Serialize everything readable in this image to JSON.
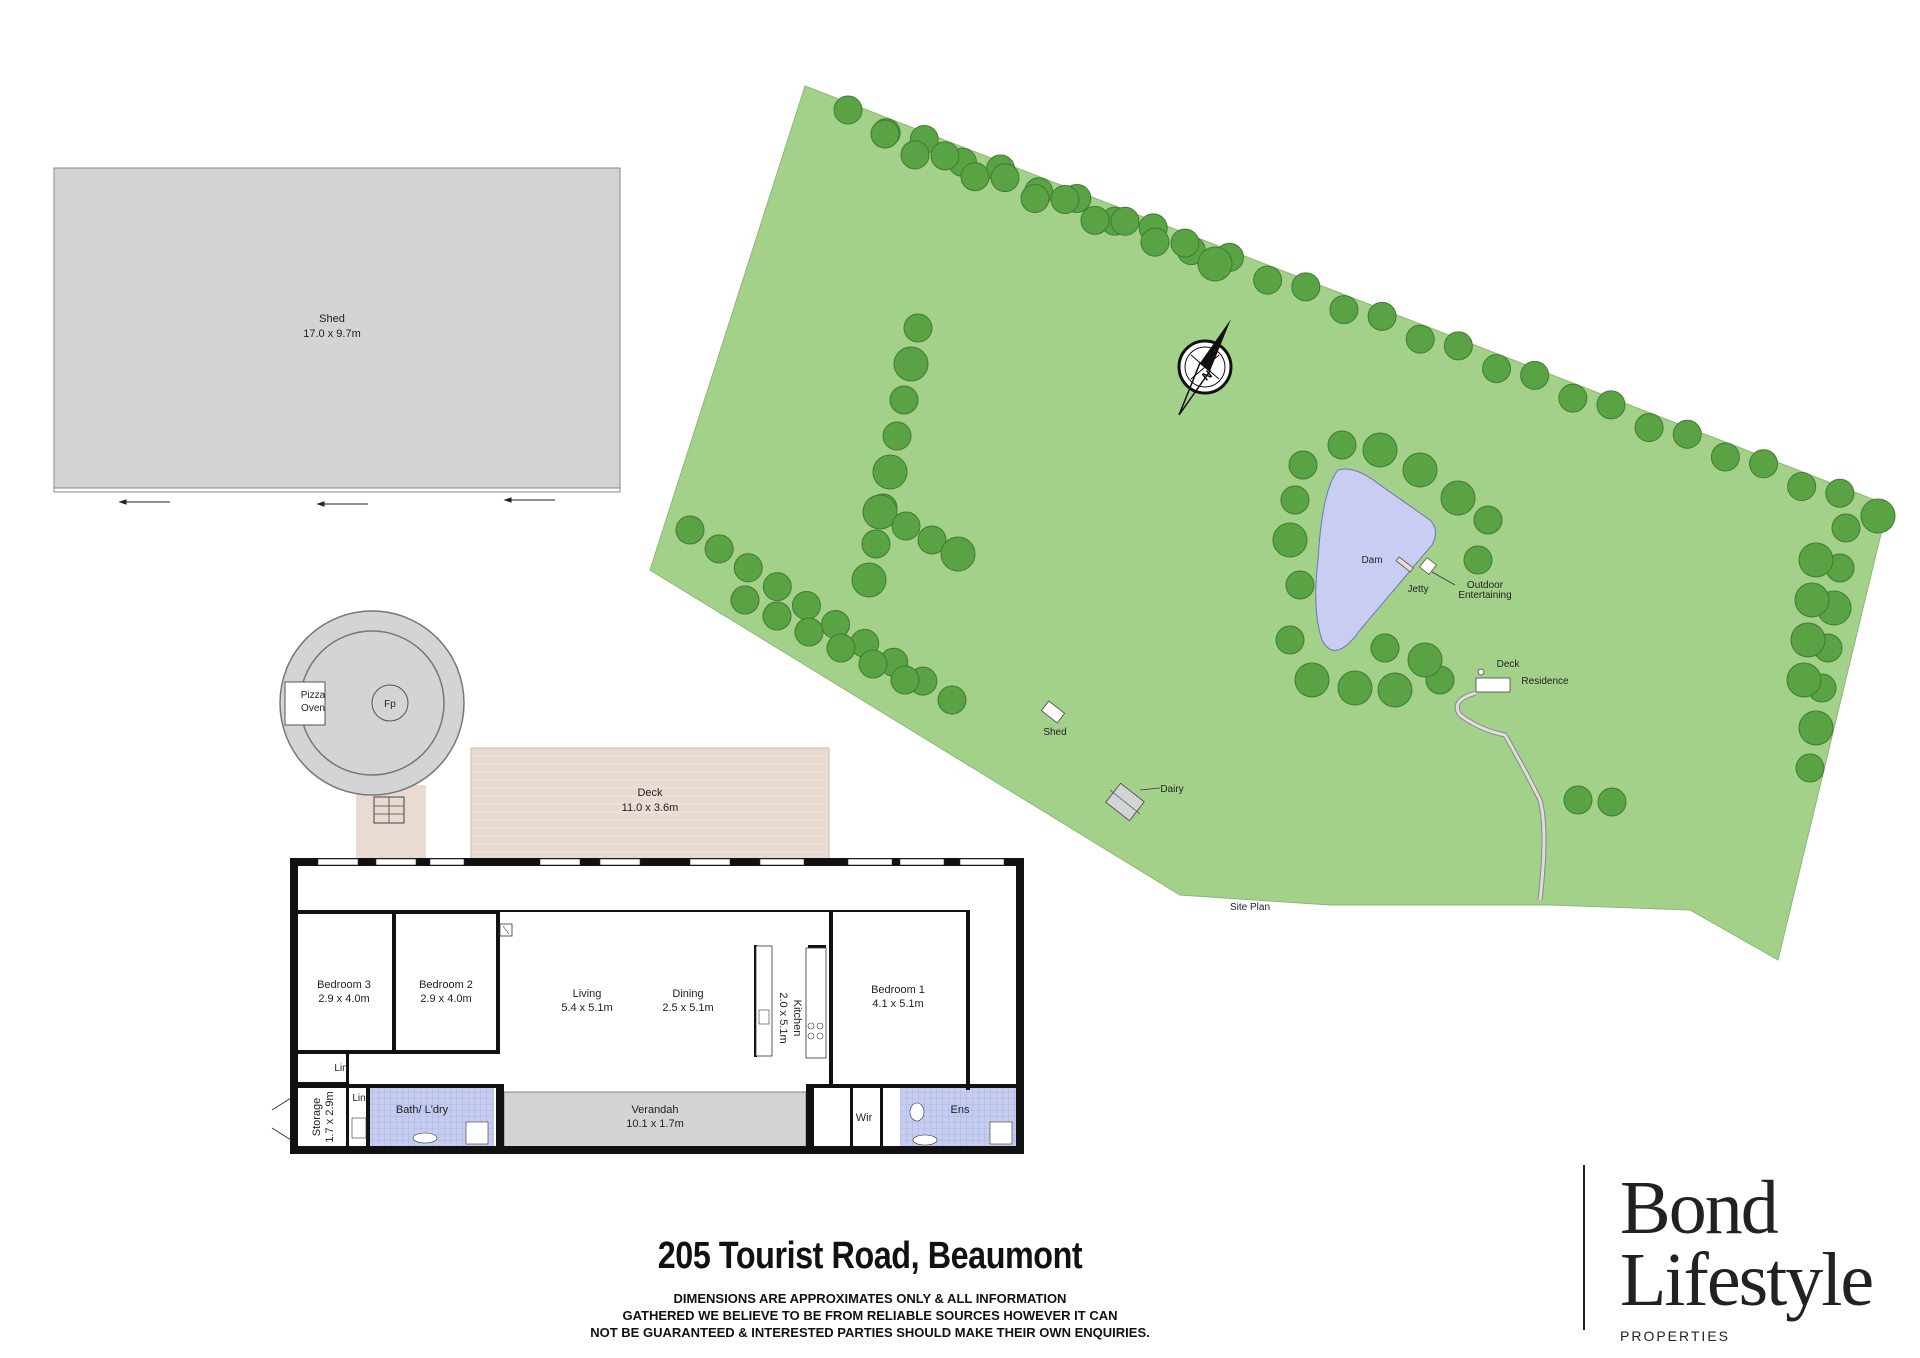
{
  "shed_main": {
    "name": "Shed",
    "size": "17.0 x 9.7m"
  },
  "outdoor": {
    "pizza_line1": "Pizza",
    "pizza_line2": "Oven",
    "fireplace": "Fp"
  },
  "deck": {
    "name": "Deck",
    "size": "11.0 x 3.6m"
  },
  "rooms": {
    "bed3": {
      "name": "Bedroom 3",
      "size": "2.9 x 4.0m"
    },
    "bed2": {
      "name": "Bedroom 2",
      "size": "2.9 x 4.0m"
    },
    "living": {
      "name": "Living",
      "size": "5.4 x 5.1m"
    },
    "dining": {
      "name": "Dining",
      "size": "2.5 x 5.1m"
    },
    "kitchen": {
      "name": "Kitchen",
      "size": "2.0 x 5.1m"
    },
    "bed1": {
      "name": "Bedroom 1",
      "size": "4.1 x 5.1m"
    },
    "lin1": "Lin",
    "lin2": "Lin",
    "storage": {
      "name": "Storage",
      "size": "1.7 x 2.9m"
    },
    "bath": "Bath/ L'dry",
    "verandah": {
      "name": "Verandah",
      "size": "10.1 x 1.7m"
    },
    "wir": "Wir",
    "ens": "Ens"
  },
  "site": {
    "dam": "Dam",
    "jetty": "Jetty",
    "outdoor_line1": "Outdoor",
    "outdoor_line2": "Entertaining",
    "deck": "Deck",
    "residence": "Residence",
    "shed": "Shed",
    "dairy": "Dairy",
    "label": "Site Plan"
  },
  "colors": {
    "grass": "#a4d18a",
    "tree": "#5aa345",
    "dam": "#c9cdf2",
    "shed": "#d3d4d6",
    "deck": "#e9dad2",
    "tile": "#c6cdf0"
  },
  "footer": {
    "address": "205 Tourist Road, Beaumont",
    "disclaimer": [
      "DIMENSIONS ARE APPROXIMATES ONLY & ALL INFORMATION",
      "GATHERED WE BELIEVE TO BE FROM RELIABLE SOURCES HOWEVER IT CAN",
      "NOT BE GUARANTEED & INTERESTED PARTIES SHOULD MAKE THEIR OWN ENQUIRIES."
    ]
  },
  "brand": {
    "line1": "Bond",
    "line2": "Lifestyle",
    "line3": "PROPERTIES"
  }
}
